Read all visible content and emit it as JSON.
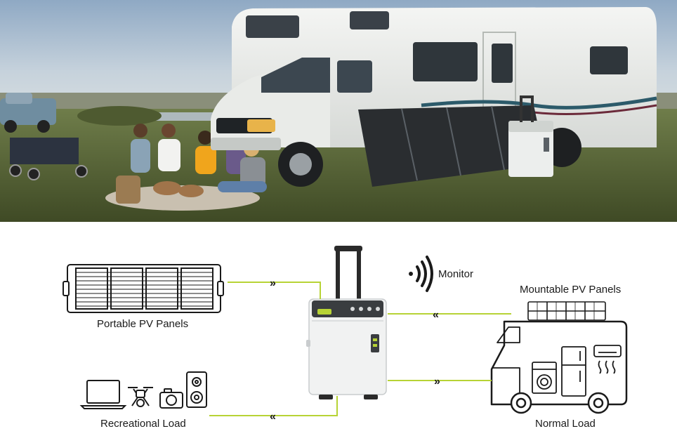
{
  "photo": {
    "description_icon": "rv-camping-photo"
  },
  "diagram": {
    "labels": {
      "portable_pv": "Portable PV Panels",
      "monitor": "Monitor",
      "mountable_pv": "Mountable PV Panels",
      "recreational_load": "Recreational Load",
      "normal_load": "Normal Load"
    },
    "colors": {
      "connector": "#b7d335",
      "line_art": "#1a1a1a",
      "station_body": "#f1f2f2",
      "station_panel": "#3a3d40"
    }
  }
}
